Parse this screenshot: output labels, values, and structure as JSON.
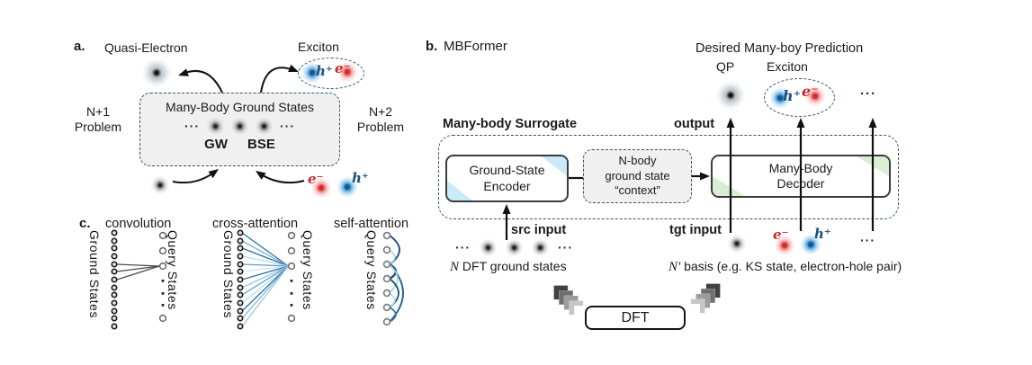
{
  "colors": {
    "dashed_border": "#31566b",
    "box_fill": "#f0f0f0",
    "electron_red": "#c42a2a",
    "hole_blue": "#1b4f7c",
    "encoder_accent": "#c9eaf8",
    "decoder_accent": "#d9efd4",
    "attention_dark_blue": "#1d4e79",
    "attention_light_blue": "#a8d4ec"
  },
  "panel_a": {
    "label": "a.",
    "quasi_electron": "Quasi-Electron",
    "exciton": "Exciton",
    "hole": "h⁺",
    "electron": "e⁻",
    "box_title": "Many-Body Ground States",
    "ellipsis": "···",
    "gw": "GW",
    "bse": "BSE",
    "left_problem": [
      "N+1",
      "Problem"
    ],
    "right_problem": [
      "N+2",
      "Problem"
    ]
  },
  "panel_b": {
    "label": "b.",
    "title": "MBFormer",
    "prediction_title": "Desired Many-boy Prediction",
    "qp": "QP",
    "exciton": "Exciton",
    "hole": "h⁺",
    "electron": "e⁻",
    "ellipsis": "···",
    "surrogate_title": "Many-body Surrogate",
    "output": "output",
    "encoder": [
      "Ground-State",
      "Encoder"
    ],
    "context": [
      "N-body",
      "ground state",
      "“context”"
    ],
    "decoder": [
      "Many-Body",
      "Decoder"
    ],
    "src_input": "src input",
    "tgt_input": "tgt input",
    "src_caption_math": "N",
    "src_caption": " DFT ground states",
    "tgt_caption_math": "N′",
    "tgt_caption": " basis  (e.g. KS state, electron-hole pair)",
    "dft": "DFT"
  },
  "panel_c": {
    "label": "c.",
    "convolution": "convolution",
    "cross_attention": "cross-attention",
    "self_attention": "self-attention",
    "ground_states": "Ground States",
    "query_states": "Query States"
  }
}
